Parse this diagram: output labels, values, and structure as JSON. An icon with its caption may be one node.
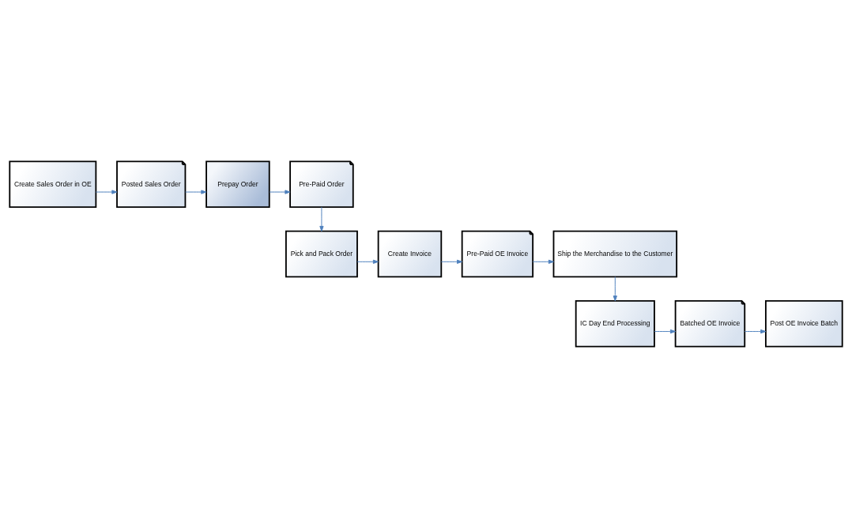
{
  "diagram": {
    "nodes": [
      {
        "text": [
          "Create Sales Order in OE"
        ]
      },
      {
        "text": [
          "Posted Sales Order"
        ]
      },
      {
        "text": [
          "Prepay Order"
        ]
      },
      {
        "text": [
          "Pre-Paid Order"
        ]
      },
      {
        "text": [
          "Pick and Pack Order"
        ]
      },
      {
        "text": [
          "Create Invoice"
        ]
      },
      {
        "text": [
          "Pre-Paid OE Invoice"
        ]
      },
      {
        "text": [
          "Ship the Merchandise to the Customer"
        ]
      },
      {
        "text": [
          "IC Day End Processing"
        ]
      },
      {
        "text": [
          "Batched OE Invoice"
        ]
      },
      {
        "text": [
          "Post OE Invoice Batch"
        ]
      }
    ],
    "edges": [
      {
        "from": 0,
        "to": 1,
        "arrow": "to"
      },
      {
        "from": 1,
        "to": 2,
        "arrow": "to"
      },
      {
        "from": 2,
        "to": 3,
        "arrow": "to"
      },
      {
        "from": 3,
        "to": 4,
        "arrow": "to"
      },
      {
        "from": 4,
        "to": 5,
        "arrow": "to"
      },
      {
        "from": 5,
        "to": 6,
        "arrow": "to"
      },
      {
        "from": 6,
        "to": 7,
        "arrow": "to"
      },
      {
        "from": 7,
        "to": 8,
        "arrow": "to"
      },
      {
        "from": 8,
        "to": 9,
        "arrow": "to"
      },
      {
        "from": 9,
        "to": 10,
        "arrow": "to"
      }
    ]
  }
}
